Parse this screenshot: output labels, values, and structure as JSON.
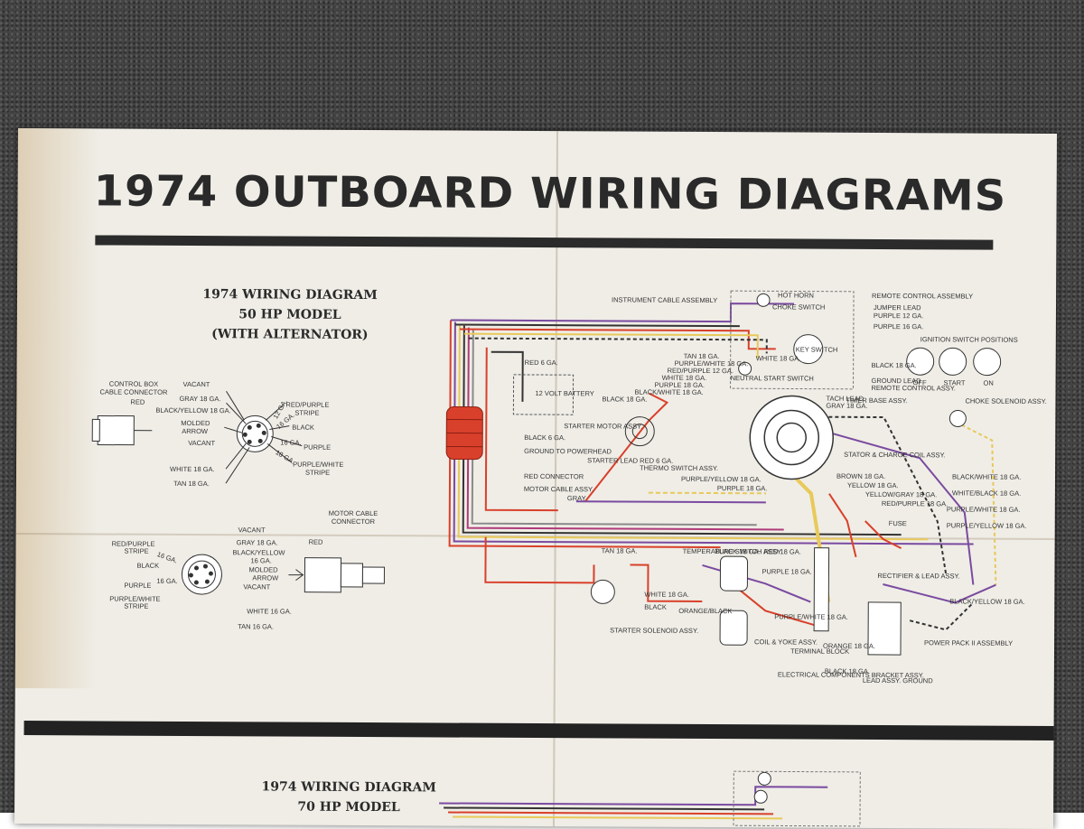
{
  "title": "1974 OUTBOARD WIRING DIAGRAMS",
  "diagram1": {
    "heading": [
      "1974 WIRING DIAGRAM",
      "50 HP MODEL",
      "(WITH ALTERNATOR)"
    ]
  },
  "diagram2": {
    "heading": [
      "1974 WIRING DIAGRAM",
      "70 HP MODEL"
    ]
  },
  "control_box": {
    "title": [
      "CONTROL BOX",
      "CABLE CONNECTOR"
    ],
    "labels": [
      "RED",
      "VACANT",
      "GRAY 18 GA.",
      "BLACK/YELLOW 18 GA.",
      "MOLDED",
      "ARROW",
      "VACANT",
      "WHITE 18 GA.",
      "TAN 18 GA.",
      "12 GA.",
      "RED/PURPLE",
      "STRIPE",
      "16 GA.",
      "BLACK",
      "16 GA.",
      "PURPLE",
      "18 GA.",
      "PURPLE/WHITE",
      "STRIPE"
    ]
  },
  "motor_cable": {
    "title": [
      "MOTOR CABLE",
      "CONNECTOR"
    ],
    "labels": [
      "VACANT",
      "RED/PURPLE",
      "STRIPE",
      "GRAY 18 GA.",
      "BLACK/YELLOW",
      "16 GA.",
      "BLACK",
      "16 GA.",
      "MOLDED",
      "ARROW",
      "VACANT",
      "PURPLE",
      "16 GA.",
      "PURPLE/WHITE",
      "STRIPE",
      "WHITE 16 GA.",
      "TAN 16 GA.",
      "RED"
    ]
  },
  "components": [
    "INSTRUMENT CABLE ASSEMBLY",
    "HOT HORN",
    "CHOKE SWITCH",
    "REMOTE CONTROL ASSEMBLY",
    "JUMPER LEAD",
    "PURPLE 12 GA.",
    "PURPLE 16 GA.",
    "IGNITION SWITCH POSITIONS",
    "OFF",
    "START",
    "ON",
    "KEY SWITCH",
    "WHITE 18 GA.",
    "BLACK 18 GA.",
    "GROUND LEAD",
    "REMOTE CONTROL ASSY.",
    "TAN 18 GA.",
    "PURPLE/WHITE 18 GA.",
    "RED/PURPLE 12 GA.",
    "WHITE 18 GA.",
    "PURPLE 18 GA.",
    "BLACK/WHITE 18 GA.",
    "NEUTRAL START SWITCH",
    "TACH LEAD",
    "GRAY 18 GA.",
    "TIMER BASE ASSY.",
    "CHOKE SOLENOID ASSY.",
    "RED 6 GA.",
    "12 VOLT BATTERY",
    "BLACK 18 GA.",
    "STARTER MOTOR ASSY.",
    "BLACK 6 GA.",
    "GROUND TO POWERHEAD",
    "RED CONNECTOR",
    "MOTOR CABLE ASSY.",
    "GRAY",
    "STARTER LEAD RED 6 GA.",
    "THERMO SWITCH ASSY.",
    "STATOR & CHARGE COIL ASSY.",
    "BROWN 18 GA.",
    "YELLOW 18 GA.",
    "YELLOW/GRAY 18 GA.",
    "RED/PURPLE 18 GA.",
    "FUSE",
    "BLACK/WHITE 18 GA.",
    "WHITE/BLACK 18 GA.",
    "PURPLE/WHITE 18 GA.",
    "PURPLE/YELLOW 18 GA.",
    "PURPLE/YELLOW 18 GA.",
    "PURPLE 18 GA.",
    "TAN 18 GA.",
    "TEMPERATURE SWITCH ASSY.",
    "BLACK 18 GA.",
    "RED 18 GA.",
    "PURPLE 18 GA.",
    "RECTIFIER & LEAD ASSY.",
    "WHITE 18 GA.",
    "BLACK",
    "ORANGE/BLACK",
    "PURPLE/WHITE 18 GA.",
    "COIL & YOKE ASSY.",
    "TERMINAL BLOCK",
    "ORANGE 18 GA.",
    "POWER PACK II ASSEMBLY",
    "STARTER SOLENOID ASSY.",
    "ELECTRICAL COMPONENTS BRACKET ASSY.",
    "BLACK 18 GA.",
    "LEAD ASSY. GROUND",
    "BLACK/YELLOW 18 GA."
  ],
  "colors": {
    "paper": "#efede6",
    "ink": "#2a2a2a",
    "red_wire": "#d9402b",
    "purple_wire": "#7a4aa0",
    "yellow_wire": "#e8c95a",
    "carpet": "#444444"
  }
}
